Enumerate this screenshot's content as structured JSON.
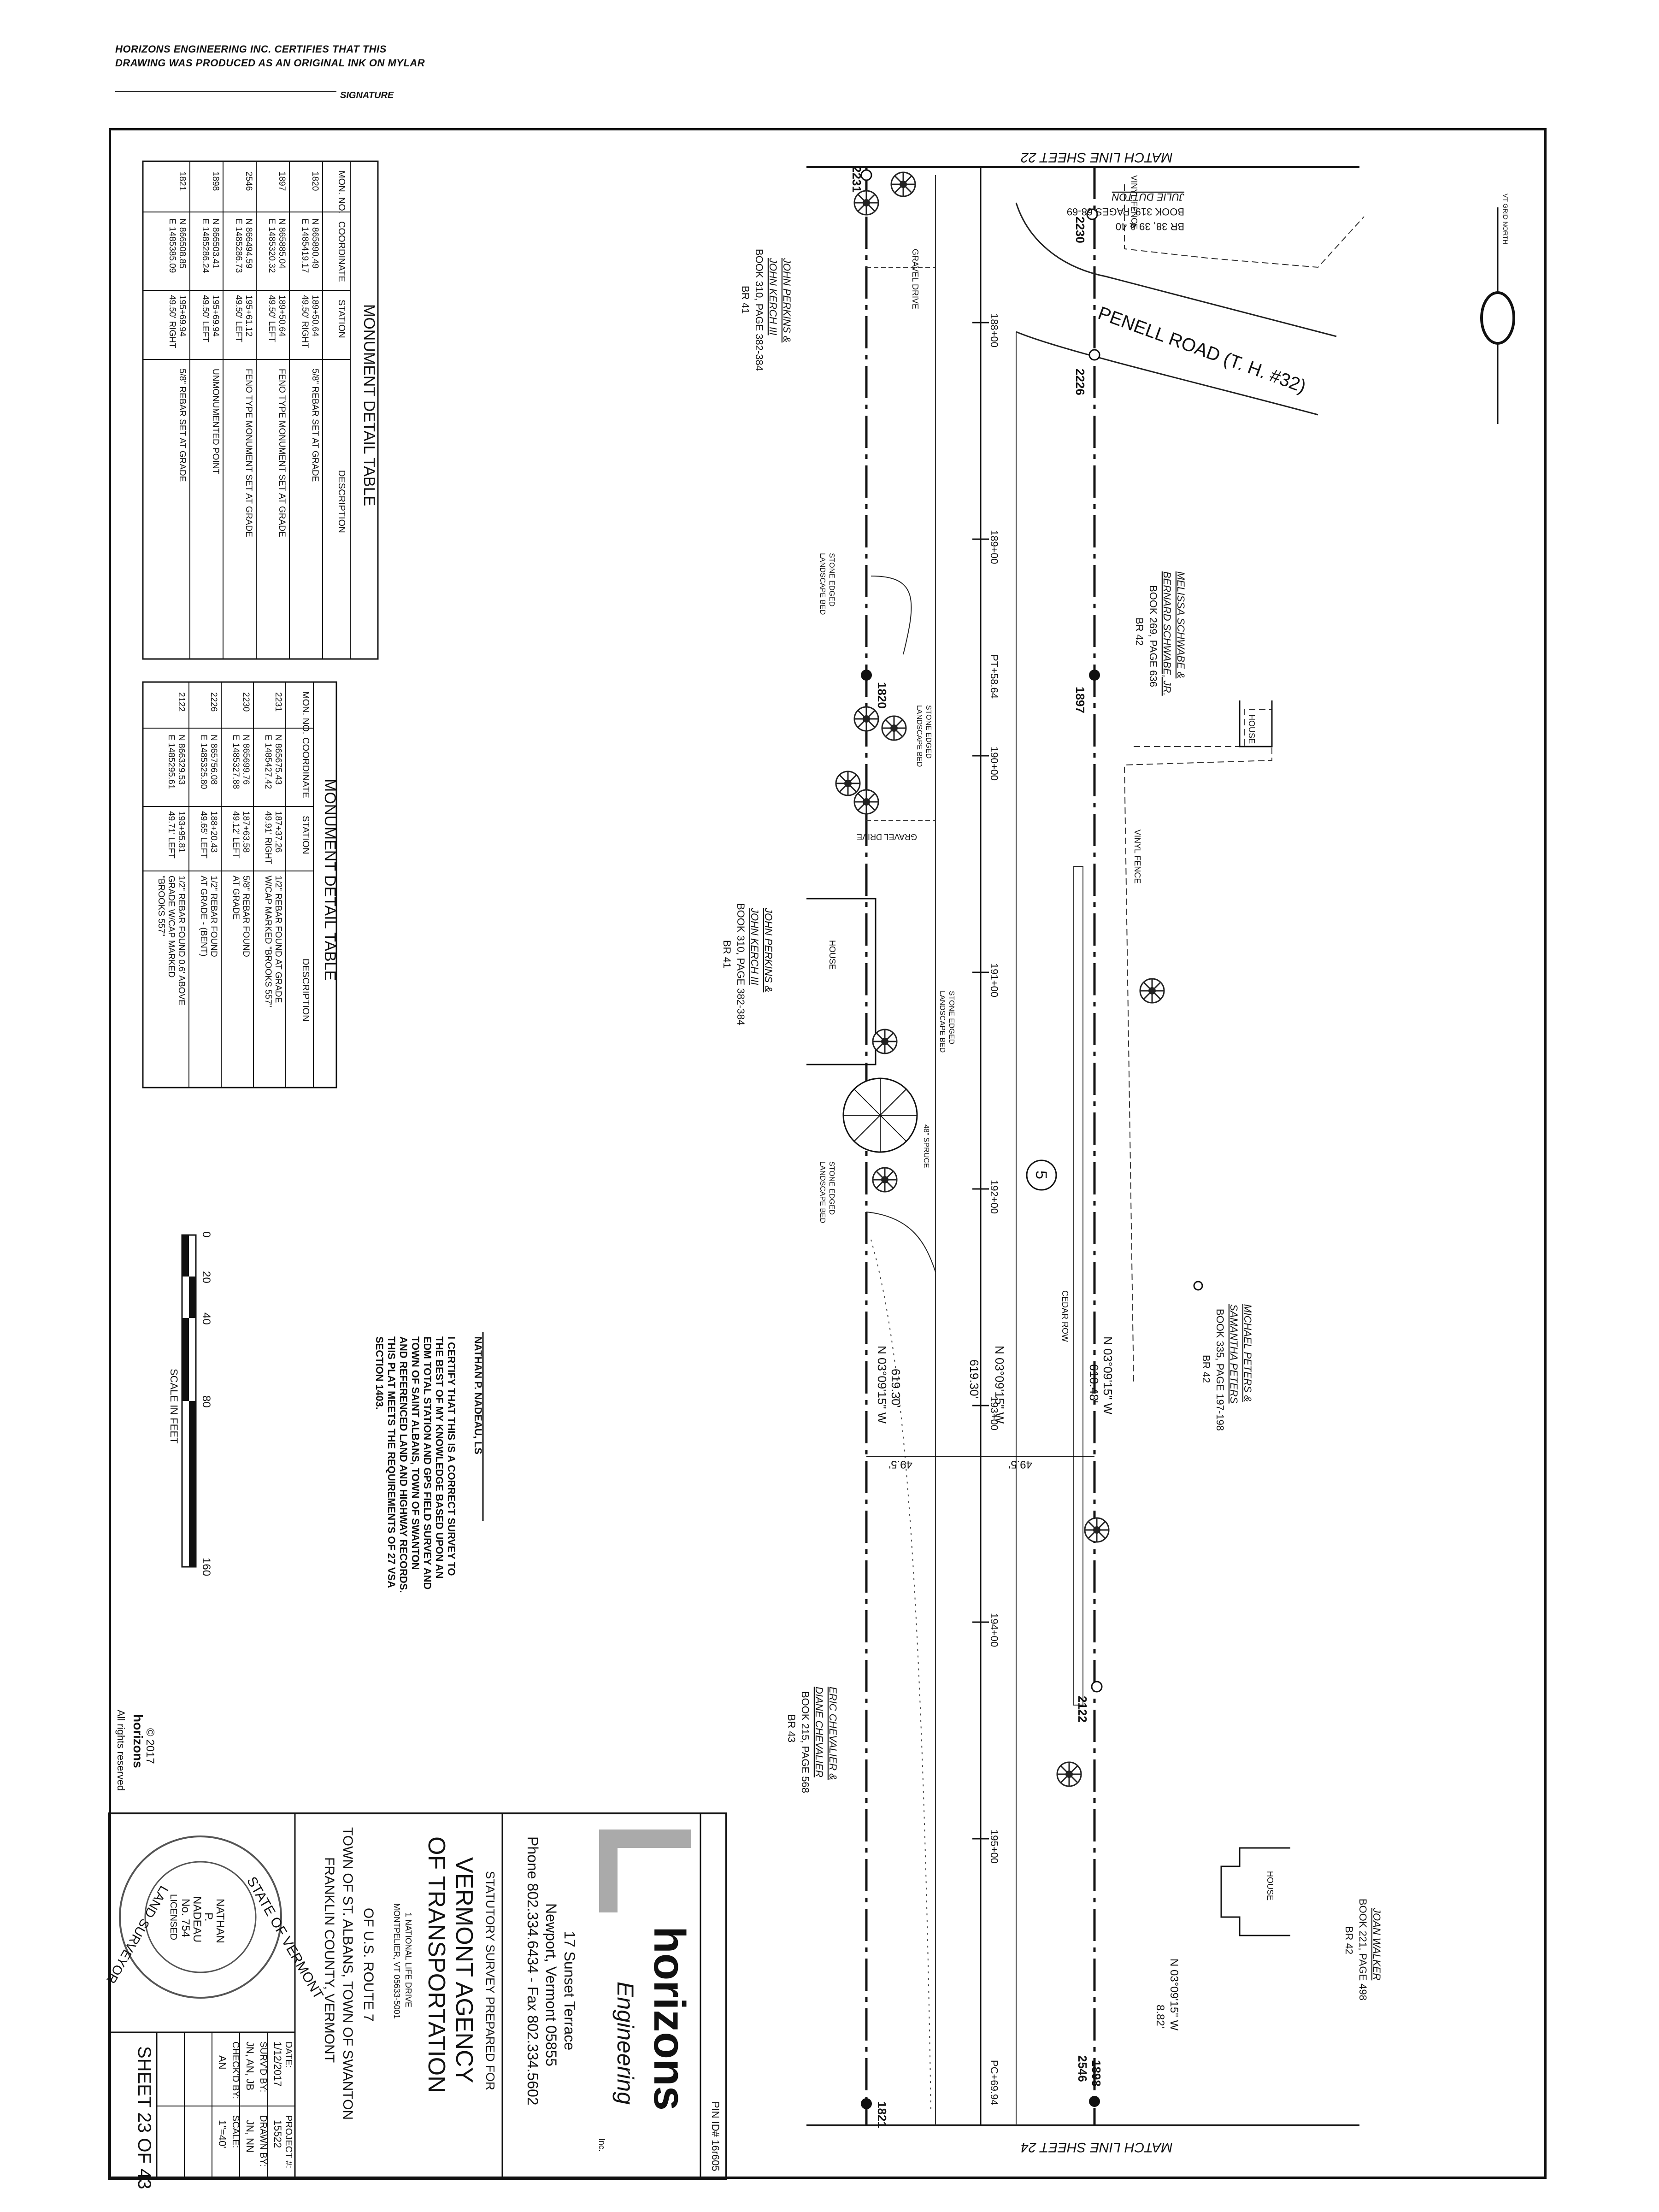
{
  "certification": {
    "line1": "HORIZONS ENGINEERING INC. CERTIFIES THAT THIS",
    "line2": "DRAWING WAS PRODUCED AS AN ORIGINAL INK ON MYLAR",
    "signature_label": "SIGNATURE"
  },
  "match_lines": {
    "top": "MATCH LINE SHEET 22",
    "bottom": "MATCH LINE SHEET 24"
  },
  "north_arrow": {
    "label": "VT GRID NORTH"
  },
  "road": {
    "name": "PENELL ROAD (T. H. #32)"
  },
  "owners": {
    "julie_dutton": {
      "name": "JULIE DUTTON",
      "book": "BOOK 319, PAGES 68-69",
      "br": "BR 38, 39 & 40"
    },
    "schwabe": {
      "name1": "MELISSA SCHWABE &",
      "name2": "BERNARD SCHWABE, JR.",
      "book": "BOOK 269, PAGE 636",
      "br": "BR 42"
    },
    "peters": {
      "name1": "MICHAEL PETERS &",
      "name2": "SAMANTHA PETERS",
      "book": "BOOK 335, PAGE 197-198",
      "br": "BR 42"
    },
    "walker": {
      "name": "JOAN WALKER",
      "book": "BOOK 221, PAGE 498",
      "br": "BR 42"
    },
    "chevalier": {
      "name1": "ERIC CHEVALIER &",
      "name2": "DIANE CHEVALIER",
      "book": "BOOK 215, PAGE 568",
      "br": "BR 43"
    },
    "perkins_north": {
      "name1": "JOHN PERKINS &",
      "name2": "JOHN KERCH III",
      "book": "BOOK 310, PAGE 382-384",
      "br": "BR 41"
    },
    "perkins_south": {
      "name1": "JOHN PERKINS &",
      "name2": "JOHN KERCH III",
      "book": "BOOK 310, PAGE 382-384",
      "br": "BR 41"
    }
  },
  "labels": {
    "vinyl_fence": "VINYL FENCE",
    "house": "HOUSE",
    "gravel_drive": "GRAVEL DRIVE",
    "stone_edged": "STONE EDGED",
    "landscape_bed": "LANDSCAPE BED",
    "spruce": "48\" SPRUCE",
    "cedar_row": "CEDAR ROW",
    "pt": "PT+58.64",
    "pc": "PC+69.94",
    "section_number": "5",
    "width_east": "49.5'",
    "width_west": "49.5'"
  },
  "bearings": [
    {
      "bearing": "N 03°09'15\" W",
      "distance": "610.48'"
    },
    {
      "bearing": "N 03°09'15\" W",
      "distance": "619.30'"
    },
    {
      "bearing": "N 03°09'15\" W",
      "distance": "619.30'"
    },
    {
      "bearing": "N 03°09'15\" W",
      "distance": "8.82'"
    }
  ],
  "stations": [
    "188+00",
    "189+00",
    "190+00",
    "191+00",
    "192+00",
    "193+00",
    "194+00",
    "195+00"
  ],
  "monuments_map": [
    "2231",
    "2230",
    "2226",
    "1897",
    "1820",
    "2122",
    "2546",
    "1898",
    "1821"
  ],
  "monument_table_1": {
    "title": "MONUMENT DETAIL TABLE",
    "headers": [
      "MON. NO.",
      "COORDINATE",
      "STATION",
      "DESCRIPTION"
    ],
    "rows": [
      [
        "1820",
        "N 865890.49\nE 1485419.17",
        "189+50.64\n49.50' RIGHT",
        "5/8\" REBAR SET AT GRADE"
      ],
      [
        "1897",
        "N 865885.04\nE 1485320.32",
        "189+50.64\n49.50' LEFT",
        "FENO TYPE MONUMENT SET AT GRADE"
      ],
      [
        "2546",
        "N 866494.59\nE 1485286.73",
        "195+61.12\n49.50' LEFT",
        "FENO TYPE MONUMENT SET AT GRADE"
      ],
      [
        "1898",
        "N 866503.41\nE 1485286.24",
        "195+69.94\n49.50' LEFT",
        "UNMONUMENTED POINT"
      ],
      [
        "1821",
        "N 866508.85\nE 1485385.09",
        "195+69.94\n49.50' RIGHT",
        "5/8\" REBAR SET AT GRADE"
      ]
    ]
  },
  "monument_table_2": {
    "title": "MONUMENT DETAIL TABLE",
    "headers": [
      "MON. NO.",
      "COORDINATE",
      "STATION",
      "DESCRIPTION"
    ],
    "rows": [
      [
        "2231",
        "N 865675.43\nE 1485427.42",
        "187+37.26\n49.91' RIGHT",
        "1/2\" REBAR FOUND AT GRADE\nW/CAP MARKED \"BROOKS 557\""
      ],
      [
        "2230",
        "N 865699.76\nE 1485327.88",
        "187+63.58\n49.12' LEFT",
        "5/8\" REBAR FOUND\nAT GRADE"
      ],
      [
        "2226",
        "N 865756.08\nE 1485325.80",
        "188+20.43\n49.65' LEFT",
        "1/2\" REBAR FOUND\nAT GRADE - (BENT)"
      ],
      [
        "2122",
        "N 866329.53\nE 1485295.61",
        "193+95.81\n49.71' LEFT",
        "1/2\" REBAR FOUND 0.6' ABOVE\nGRADE W/CAP MARKED\n\"BROOKS 557\""
      ]
    ]
  },
  "certification_statement": {
    "name": "NATHAN P. NADEAU, LS",
    "lines": [
      "I CERTIFY THAT THIS IS A CORRECT SURVEY TO",
      "THE BEST OF MY KNOWLEDGE BASED UPON AN",
      "EDM TOTAL STATION AND GPS FIELD SURVEY AND",
      "TOWN OF SAINT ALBANS, TOWN OF SWANTON",
      "AND REFERENCED LAND AND HIGHWAY RECORDS.",
      "THIS PLAT MEETS THE REQUIREMENTS OF 27 VSA",
      "SECTION 1403."
    ]
  },
  "scale_bar": {
    "ticks": [
      "0",
      "20",
      "40",
      "80",
      "160"
    ],
    "label": "SCALE IN FEET"
  },
  "copyright": {
    "year": "© 2017",
    "brand": "horizons",
    "rights": "All rights reserved"
  },
  "title_block": {
    "pin": "PIN ID# 16r605",
    "company": "horizons",
    "company_script": "Engineering",
    "inc": "Inc.",
    "address1": "17 Sunset Terrace",
    "address2": "Newport, Vermont 05855",
    "phone": "Phone 802.334.6434 - Fax 802.334.5602",
    "prepared_for": "STATUTORY SURVEY PREPARED FOR",
    "agency1": "VERMONT AGENCY",
    "agency2": "OF TRANSPORTATION",
    "agency_addr1": "1 NATIONAL LIFE DRIVE",
    "agency_addr2": "MONTPELIER, VT 05633-5001",
    "project_line1": "OF U.S. ROUTE 7",
    "project_line2": "TOWN OF ST. ALBANS, TOWN OF SWANTON",
    "project_line3": "FRANKLIN COUNTY, VERMONT",
    "date_label": "DATE:",
    "date": "1/12/2017",
    "project_label": "PROJECT #:",
    "project": "15522",
    "surveyed_label": "SURV'D BY:",
    "surveyed": "JN, AN, JB",
    "drawn_label": "DRAWN BY:",
    "drawn": "JN, NN",
    "checked_label": "CHECK'D BY:",
    "checked": "AN",
    "scale_label": "SCALE:",
    "scale": "1\"=40'",
    "sheet": "SHEET 23 OF 43"
  },
  "seal": {
    "top": "STATE OF VERMONT",
    "bottom": "LAND SURVEYOR",
    "name1": "NATHAN",
    "name2": "P.",
    "name3": "NADEAU",
    "number": "No. 754",
    "licensed": "LICENSED"
  }
}
